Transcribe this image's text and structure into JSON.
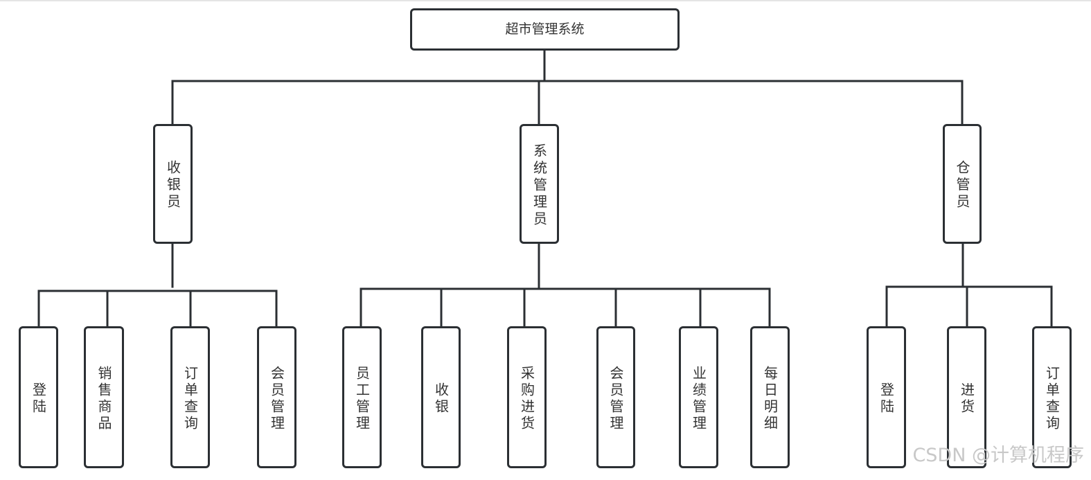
{
  "diagram": {
    "root": {
      "label": "超市管理系统",
      "children": [
        {
          "label": "收银员",
          "children": [
            {
              "label": "登陆"
            },
            {
              "label": "销售商品"
            },
            {
              "label": "订单查询"
            },
            {
              "label": "会员管理"
            }
          ]
        },
        {
          "label": "系统管理员",
          "children": [
            {
              "label": "员工管理"
            },
            {
              "label": "收银"
            },
            {
              "label": "采购进货"
            },
            {
              "label": "会员管理"
            },
            {
              "label": "业绩管理"
            },
            {
              "label": "每日明细"
            }
          ]
        },
        {
          "label": "仓管员",
          "children": [
            {
              "label": "登陆"
            },
            {
              "label": "进货"
            },
            {
              "label": "订单查询"
            }
          ]
        }
      ]
    }
  },
  "watermark": "CSDN @计算机程序",
  "colors": {
    "stroke": "#2b2f33",
    "text": "#333333",
    "watermark": "#c8c8c8",
    "background": "#ffffff"
  }
}
